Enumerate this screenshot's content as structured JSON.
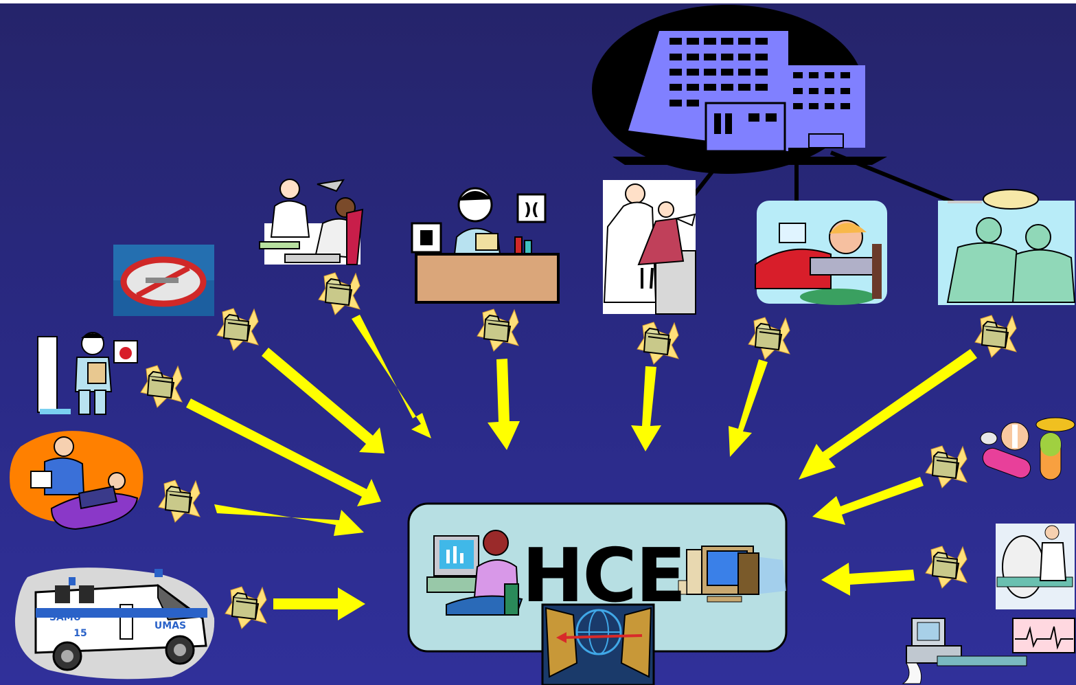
{
  "center": {
    "label": "HCE"
  },
  "ambulance": {
    "text_left": "SAMU",
    "text_num": "15",
    "text_right": "UMAS"
  },
  "colors": {
    "background": "#2a2a86",
    "arrow": "#ffff00",
    "folder": "#c9c98a",
    "hospital": "#8080ff",
    "hce_box": "#b7dfe3"
  },
  "sources": [
    "hospital-building-icon",
    "dentist-icon",
    "doctor-desk-icon",
    "pediatric-exam-icon",
    "patient-bed-icon",
    "surgery-icon",
    "no-smoking-icon",
    "nutritionist-icon",
    "psychotherapy-icon",
    "ambulance-icon",
    "medication-pills-icon",
    "scanner-icon",
    "ecg-machine-icon"
  ]
}
